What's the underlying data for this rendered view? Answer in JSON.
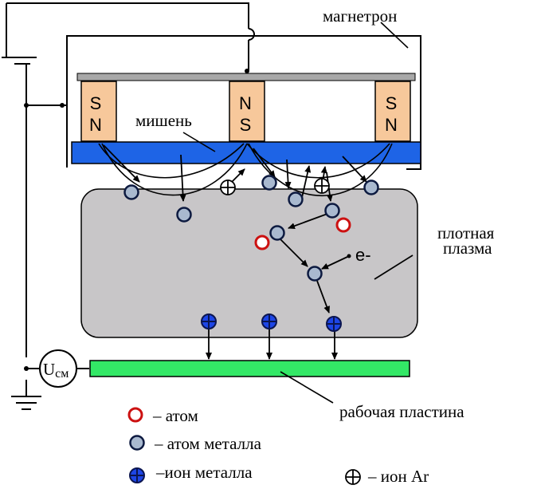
{
  "labels": {
    "magnetron": "магнетрон",
    "target": "мишень",
    "plasma_line1": "плотная",
    "plasma_line2": "плазма",
    "electron": "e-",
    "bias_voltage_main": "U",
    "bias_voltage_sub": "см",
    "substrate": "рабочая пластина"
  },
  "magnets": [
    {
      "top": "S",
      "bottom": "N"
    },
    {
      "top": "N",
      "bottom": "S"
    },
    {
      "top": "S",
      "bottom": "N"
    }
  ],
  "legend": {
    "atom": "– атом",
    "metal_atom": "– атом металла",
    "metal_ion": "–ион металла",
    "ar_ion": "– ион Ar"
  },
  "colors": {
    "magnet": "#f7c89b",
    "target": "#1e64e6",
    "plate": "#a8a8a8",
    "plasma": "#c8c6c8",
    "substrate": "#33e866",
    "atom_ring": "#cc1111",
    "metal_atom": "#a9b9cf",
    "metal_ion": "#1d45e6"
  }
}
